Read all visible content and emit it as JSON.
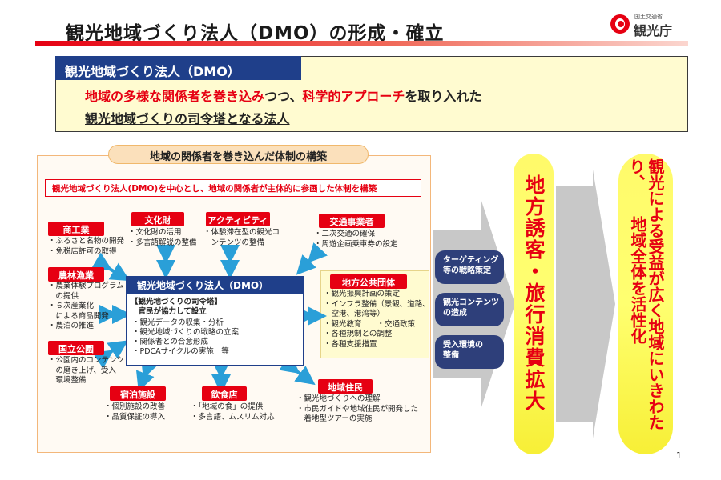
{
  "page": {
    "title": "観光地域づくり法人（DMO）の形成・確立",
    "page_number": "1"
  },
  "logo": {
    "ministry": "国土交通省",
    "agency": "観光庁"
  },
  "definition": {
    "label": "観光地域づくり法人（DMO）",
    "line1_part1": "地域の多様な関係者を巻き込み",
    "line1_part2": "つつ、",
    "line1_part3": "科学的アプローチ",
    "line1_part4": "を取り入れた",
    "line2": "観光地域づくりの司令塔となる法人"
  },
  "structure": {
    "heading": "地域の関係者を巻き込んだ体制の構築",
    "notice": "観光地域づくり法人(DMO)を中心とし、地域の関係者が主体的に参画した体制を構築",
    "stakeholders": [
      {
        "label": "商工業",
        "items": [
          "・ふるさと名物の開発",
          "・免税店許可の取得"
        ]
      },
      {
        "label": "文化財",
        "items": [
          "・文化財の活用",
          "・多言語解説の整備"
        ]
      },
      {
        "label": "アクティビティ",
        "items": [
          "・体験滞在型の観光コ",
          "　ンテンツの整備"
        ]
      },
      {
        "label": "交通事業者",
        "items": [
          "・二次交通の確保",
          "・周遊企画乗車券の設定"
        ]
      },
      {
        "label": "農林漁業",
        "items": [
          "・農業体験プログラム",
          "　の提供",
          "・６次産業化",
          "　による商品開発",
          "・農泊の推進"
        ]
      },
      {
        "label": "国立公園",
        "items": [
          "・公園内のコンテンツ",
          "　の磨き上げ、受入",
          "　環境整備"
        ]
      },
      {
        "label": "地方公共団体",
        "items": [
          "・観光振興計画の策定",
          "・インフラ整備（景観、道路、",
          "　空港、港湾等）",
          "・観光教育　　・交通政策",
          "・各種規制との調整",
          "・各種支援措置"
        ]
      },
      {
        "label": "宿泊施設",
        "items": [
          "・個別施設の改善",
          "・品質保証の導入"
        ]
      },
      {
        "label": "飲食店",
        "items": [
          "・「地域の食」の提供",
          "・多言語、ムスリム対応"
        ]
      },
      {
        "label": "地域住民",
        "items": [
          "・観光地づくりへの理解",
          "・市民ガイドや地域住民が開発した",
          "　着地型ツアーの実施"
        ]
      }
    ],
    "center": {
      "title": "観光地域づくり法人（DMO）",
      "sub1": "【観光地づくりの司令塔】",
      "sub2": "　官民が協力して設立",
      "items": [
        "・観光データの収集・分析",
        "・観光地域づくりの戦略の立案",
        "・関係者との合意形成",
        "・PDCAサイクルの実施　等"
      ]
    }
  },
  "functions": [
    {
      "lines": [
        "ターゲティング",
        "等の戦略策定"
      ]
    },
    {
      "lines": [
        "観光コンテンツ",
        "の造成"
      ]
    },
    {
      "lines": [
        "受入環境の",
        "整備"
      ]
    }
  ],
  "outcome1": "地方誘客・旅行消費拡大",
  "outcome2": {
    "col1_part1": "観光",
    "col1_part2": "による受益が広く地域にいきわたり、",
    "col2": "地域全体を活性化"
  },
  "colors": {
    "accent_red": "#e60012",
    "navy": "#1f3f8a",
    "pale_yellow": "#fffbd0"
  }
}
